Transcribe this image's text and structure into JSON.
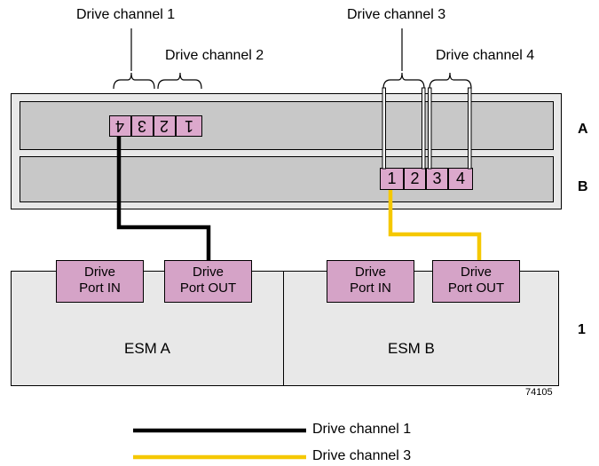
{
  "labels": {
    "drive_channel_1": "Drive channel 1",
    "drive_channel_2": "Drive channel 2",
    "drive_channel_3": "Drive channel 3",
    "drive_channel_4": "Drive channel 4",
    "row_a": "A",
    "row_b": "B",
    "tray_1": "1",
    "figure_id": "74105"
  },
  "controller_a_ports": [
    "4",
    "3",
    "2",
    "1"
  ],
  "controller_b_ports": [
    "1",
    "2",
    "3",
    "4"
  ],
  "esm": [
    {
      "name": "ESM A",
      "in_label_1": "Drive",
      "in_label_2": "Port IN",
      "out_label_1": "Drive",
      "out_label_2": "Port OUT"
    },
    {
      "name": "ESM B",
      "in_label_1": "Drive",
      "in_label_2": "Port IN",
      "out_label_1": "Drive",
      "out_label_2": "Port OUT"
    }
  ],
  "legend": [
    {
      "label": "Drive channel 1",
      "color": "#000000"
    },
    {
      "label": "Drive channel 3",
      "color": "#f5c800"
    }
  ],
  "colors": {
    "port_fill": "#dca8cc",
    "channel1_cable": "#000000",
    "channel3_cable": "#f5c800"
  }
}
